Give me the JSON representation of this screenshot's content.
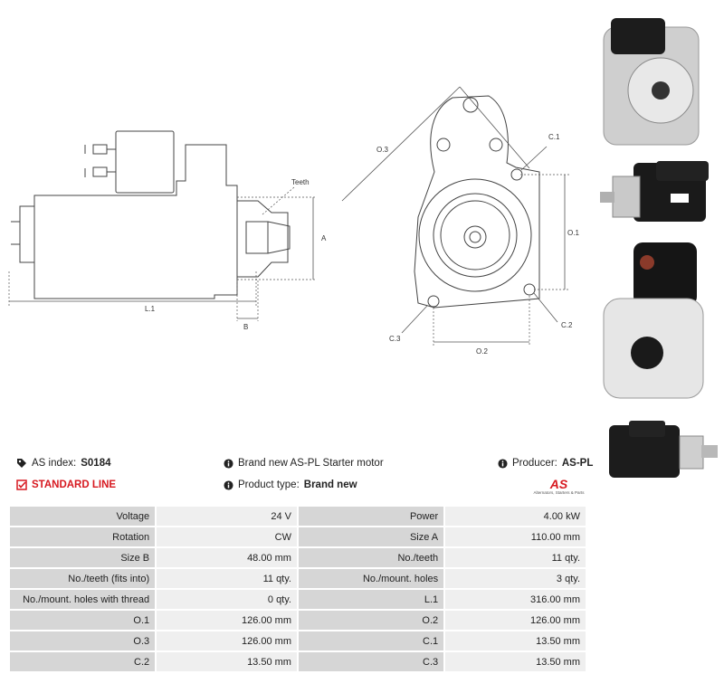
{
  "drawing_labels": {
    "teeth": "Teeth",
    "a": "A",
    "b": "B",
    "l1": "L.1",
    "o1": "O.1",
    "o2": "O.2",
    "o3": "O.3",
    "c1": "C.1",
    "c2": "C.2",
    "c3": "C.3"
  },
  "info": {
    "as_index_label": "AS index:",
    "as_index_value": "S0184",
    "standard_line": "STANDARD LINE",
    "description": "Brand new AS-PL Starter motor",
    "product_type_label": "Product type:",
    "product_type_value": "Brand new",
    "producer_label": "Producer:",
    "producer_value": "AS-PL",
    "logo_text": "AS",
    "logo_tagline": "Alternators, Starters & Parts"
  },
  "specs": [
    [
      "Voltage",
      "24 V",
      "Power",
      "4.00 kW"
    ],
    [
      "Rotation",
      "CW",
      "Size A",
      "110.00 mm"
    ],
    [
      "Size B",
      "48.00 mm",
      "No./teeth",
      "11 qty."
    ],
    [
      "No./teeth (fits into)",
      "11 qty.",
      "No./mount. holes",
      "3 qty."
    ],
    [
      "No./mount. holes with thread",
      "0 qty.",
      "L.1",
      "316.00 mm"
    ],
    [
      "O.1",
      "126.00 mm",
      "O.2",
      "126.00 mm"
    ],
    [
      "O.3",
      "126.00 mm",
      "C.1",
      "13.50 mm"
    ],
    [
      "C.2",
      "13.50 mm",
      "C.3",
      "13.50 mm"
    ]
  ],
  "colors": {
    "brand_red": "#d71920",
    "label_bg": "#d6d6d6",
    "value_bg": "#efefef"
  }
}
